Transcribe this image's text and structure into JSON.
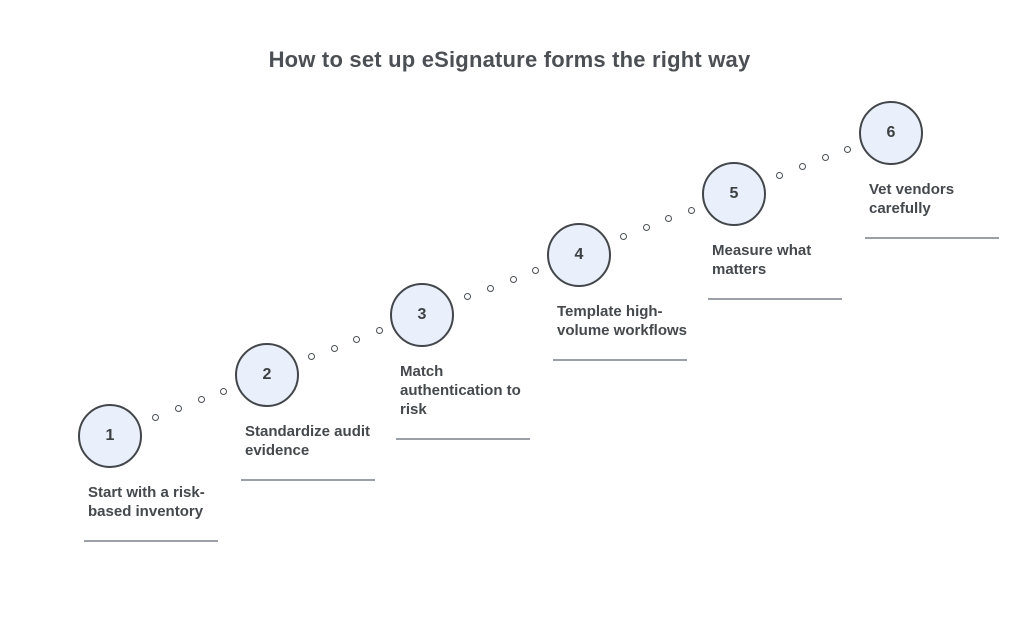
{
  "title": "How to set up eSignature forms the right way",
  "steps": [
    {
      "number": "1",
      "label": "Start with a risk-\nbased inventory"
    },
    {
      "number": "2",
      "label": "Standardize audit\nevidence"
    },
    {
      "number": "3",
      "label": "Match\nauthentication to\nrisk"
    },
    {
      "number": "4",
      "label": "Template high-\nvolume workflows"
    },
    {
      "number": "5",
      "label": "Measure what\nmatters"
    },
    {
      "number": "6",
      "label": "Vet vendors\ncarefully"
    }
  ],
  "colors": {
    "background": "#ffffff",
    "circle_fill": "#e9effb",
    "circle_border": "#43474b",
    "label_text": "#45494d",
    "title_text": "#4c5054",
    "underline": "#9aa0a6"
  }
}
